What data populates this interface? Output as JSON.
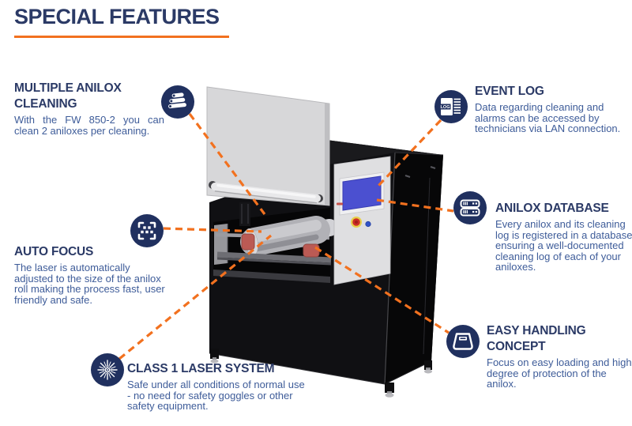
{
  "page": {
    "title": "SPECIAL FEATURES",
    "colors": {
      "accent_orange": "#f2711f",
      "heading_navy": "#2b3a66",
      "body_blue": "#3e5c99",
      "icon_navy": "#20305f",
      "screen_blue": "#4b50d0"
    }
  },
  "features": [
    {
      "id": "multiple-anilox-cleaning",
      "icon": "stacked-anilox-rolls-icon",
      "title_lines": [
        "MULTIPLE ANILOX",
        "CLEANING"
      ],
      "body_lines": [
        "With the FW 850-2 you can",
        "clean 2 aniloxes per cleaning."
      ]
    },
    {
      "id": "event-log",
      "icon": "log-document-icon",
      "icon_text": "LOG",
      "title_lines": [
        "EVENT LOG"
      ],
      "body_lines": [
        "Data regarding cleaning and",
        "alarms can be accessed by",
        "technicians via LAN connection."
      ]
    },
    {
      "id": "auto-focus",
      "icon": "autofocus-frame-icon",
      "title_lines": [
        "AUTO FOCUS"
      ],
      "body_lines": [
        "The laser is automatically",
        "adjusted to the size of the anilox",
        "roll making the process fast, user",
        "friendly and safe."
      ]
    },
    {
      "id": "anilox-database",
      "icon": "server-database-icon",
      "title_lines": [
        "ANILOX DATABASE"
      ],
      "body_lines": [
        "Every anilox and its cleaning",
        "log is registered in a database",
        "ensuring a well-documented",
        "cleaning log of each of your",
        "aniloxes."
      ]
    },
    {
      "id": "class-1-laser-system",
      "icon": "laser-burst-icon",
      "title_lines": [
        "CLASS 1 LASER SYSTEM"
      ],
      "body_lines": [
        "Safe under all conditions of normal use",
        "- no need for safety goggles or other",
        "safety equipment."
      ]
    },
    {
      "id": "easy-handling-concept",
      "icon": "inbox-tray-icon",
      "title_lines": [
        "EASY HANDLING",
        "CONCEPT"
      ],
      "body_lines": [
        "Focus on easy loading and high",
        "degree of protection of the",
        "anilox."
      ]
    }
  ]
}
